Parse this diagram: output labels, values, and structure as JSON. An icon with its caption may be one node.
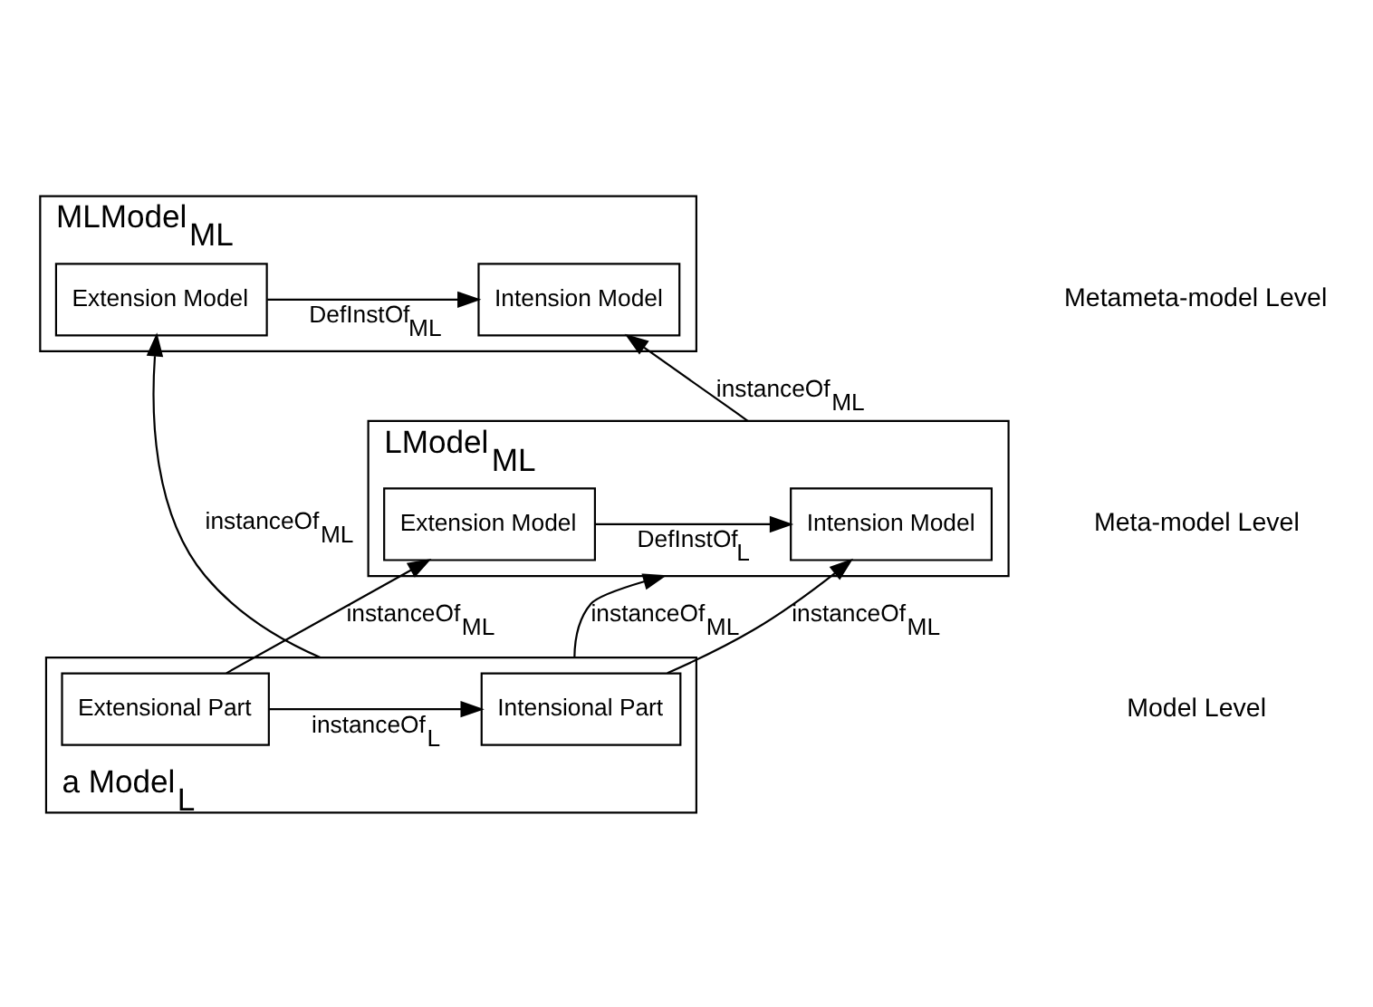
{
  "diagram": {
    "nodes": [
      {
        "text": [
          "MLModel$_{ML}$"
        ]
      },
      {
        "text": [
          "Intension Model"
        ],
        "in": 0
      },
      {
        "text": [
          "Extension Model"
        ],
        "in": 0
      },
      {
        "text": [
          "LModel$_{ML}$"
        ]
      },
      {
        "text": [
          "Intension Model"
        ],
        "in": 3
      },
      {
        "text": [
          "Extension Model"
        ],
        "in": 3
      },
      {
        "text": [
          "a Model$_{L}$"
        ]
      },
      {
        "text": [
          "Intensional Part"
        ],
        "in": 6
      },
      {
        "text": [
          "Extensional Part"
        ],
        "in": 6
      }
    ],
    "edges": [
      {
        "from": 2,
        "to": 1,
        "arrow": "to",
        "label": "DefInstOf$_{ML}$"
      },
      {
        "from": 3,
        "to": 1,
        "arrow": "to",
        "label": "instanceOf$_{ML}$"
      },
      {
        "from": 6,
        "to": 2,
        "arrow": "to",
        "label": "instanceOf$_{ML}$"
      },
      {
        "from": 5,
        "to": 4,
        "arrow": "to",
        "label": "DefInstOf$_{L}$"
      },
      {
        "from": 7,
        "to": 4,
        "arrow": "to",
        "label": "instanceOf$_{ML}$"
      },
      {
        "from": 6,
        "to": 3,
        "arrow": "to",
        "label": "instanceOf$_{ML}$"
      },
      {
        "from": 8,
        "to": 5,
        "arrow": "to",
        "label": "instanceOf$_{ML}$"
      },
      {
        "from": 8,
        "to": 7,
        "arrow": "to",
        "label": "instanceOf$_{L}$"
      }
    ],
    "labels": [
      "Metameta-model Level",
      "Meta-model Level",
      "Model Level"
    ]
  }
}
